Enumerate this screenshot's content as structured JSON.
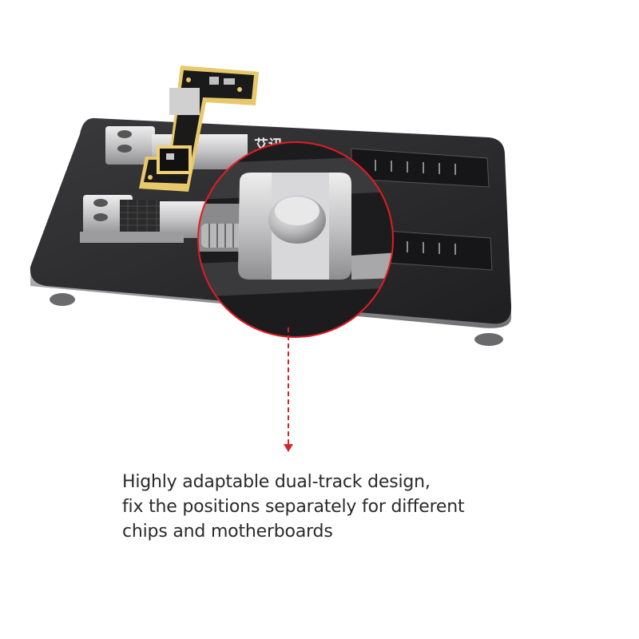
{
  "product": {
    "brand_mark": "艾讯"
  },
  "caption": {
    "lines": [
      "Highly adaptable dual-track design,",
      "fix the positions separately for different",
      "chips and motherboards"
    ]
  },
  "colors": {
    "plate": "#2c2c2e",
    "plate_edge": "#9a9a9c",
    "metal": "#c8c8ca",
    "pcb_gold": "#e8c86a",
    "pcb_dark": "#1a1a1a",
    "callout_ring": "#e31b23",
    "arrow": "#d6242b",
    "caption_text": "#2a2a2a"
  }
}
